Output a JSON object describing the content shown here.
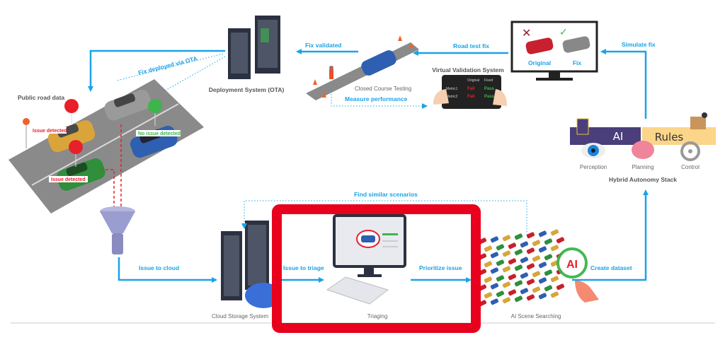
{
  "colors": {
    "flow": "#1aa3e8",
    "issue": "#e8202a",
    "ok": "#3db54a",
    "highlight": "#e8001c",
    "ai": "#4a3f7a",
    "rules": "#fbd58a"
  },
  "nodes": {
    "public_road": {
      "label": "Public road data",
      "tags": [
        "Issue detected",
        "No issue detected",
        "Issue detected"
      ]
    },
    "deployment": {
      "label": "Deployment System (OTA)"
    },
    "closed_course": {
      "label": "Closed Course Testing"
    },
    "virtual_validation": {
      "label": "Virtual Validation System",
      "table": {
        "headers": [
          "Original",
          "Fixed"
        ],
        "rows": [
          [
            "Metric1",
            "Fail",
            "Pass"
          ],
          [
            "Metric2",
            "Fail",
            "Pass"
          ]
        ]
      }
    },
    "simulation": {
      "original": "Original",
      "fix": "Fix"
    },
    "hybrid": {
      "label": "Hybrid Autonomy Stack",
      "ai": "AI",
      "rules": "Rules",
      "modules": [
        "Perception",
        "Planning",
        "Control"
      ]
    },
    "cloud": {
      "label": "Cloud Storage System"
    },
    "triaging": {
      "label": "Triaging"
    },
    "scene_search": {
      "label": "AI Scene Searching",
      "badge": "AI"
    }
  },
  "edges": {
    "fix_deployed": "Fix deployed via OTA",
    "fix_validated": "Fix validated",
    "road_test_fix": "Road test fix",
    "simulate_fix": "Simulate fix",
    "measure_performance": "Measure performance",
    "issue_to_cloud": "Issue to cloud",
    "issue_to_triage": "Issue to triage",
    "prioritize_issue": "Prioritize issue",
    "create_dataset": "Create dataset",
    "find_similar": "Find similar scenarios"
  }
}
